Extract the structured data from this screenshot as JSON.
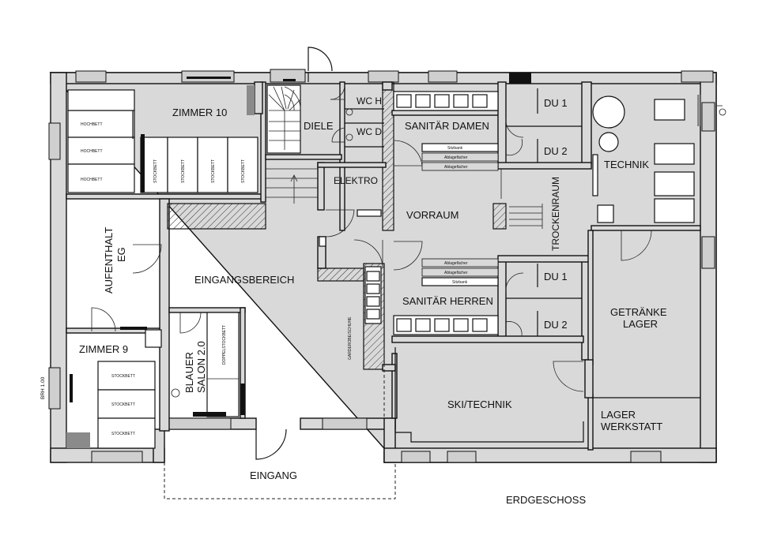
{
  "plan_title": "ERDGESCHOSS",
  "rooms": {
    "zimmer10": "ZIMMER 10",
    "diele": "DIELE",
    "wc_h": "WC H",
    "wc_d": "WC D",
    "sanitaer_damen": "SANITÄR DAMEN",
    "du1_top": "DU 1",
    "du2_top": "DU 2",
    "technik": "TECHNIK",
    "elektro": "ELEKTRO",
    "vorraum": "VORRAUM",
    "trockenraum": "TROCKENRAUM",
    "aufenthalt_line1": "AUFENTHALT",
    "aufenthalt_line2": "EG",
    "eingangsbereich": "EINGANGSBEREICH",
    "sanitaer_herren": "SANITÄR HERREN",
    "du1_bottom": "DU 1",
    "du2_bottom": "DU 2",
    "getraenke_line1": "GETRÄNKE",
    "getraenke_line2": "LAGER",
    "zimmer9": "ZIMMER 9",
    "blauer_line1": "BLAUER",
    "blauer_line2": "SALON 2.0",
    "ski_technik": "SKI/TECHNIK",
    "lager_line1": "LAGER",
    "lager_line2": "WERKSTATT",
    "eingang": "EINGANG"
  },
  "furniture": {
    "hochbett": "HOCHBETT",
    "stockbett": "STOCKBETT",
    "doppelstockbett": "DOPPELSTOCKBETT",
    "sitzbank": "Sitzbank",
    "ablagefaecher": "Ablagefächer",
    "garderobe": "GARDEROBE/SCHUHE",
    "brh": "BRH 1.00"
  }
}
